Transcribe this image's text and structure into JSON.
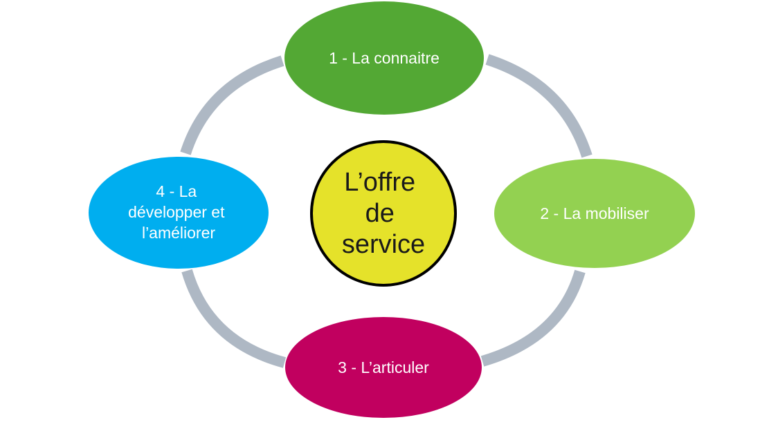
{
  "diagram": {
    "center": {
      "lines": [
        "L’offre",
        "de",
        "service"
      ],
      "fill": "#E5E22A",
      "stroke": "#000000"
    },
    "ring_color": "#AEB8C4",
    "nodes": [
      {
        "lines": [
          "1 - La connaitre"
        ],
        "fill": "#53A834"
      },
      {
        "lines": [
          "2 - La mobiliser"
        ],
        "fill": "#93D151"
      },
      {
        "lines": [
          "3 - L’articuler"
        ],
        "fill": "#C1005F"
      },
      {
        "lines": [
          "4 - La",
          "développer et",
          "l’améliorer"
        ],
        "fill": "#00AEEF"
      }
    ]
  }
}
